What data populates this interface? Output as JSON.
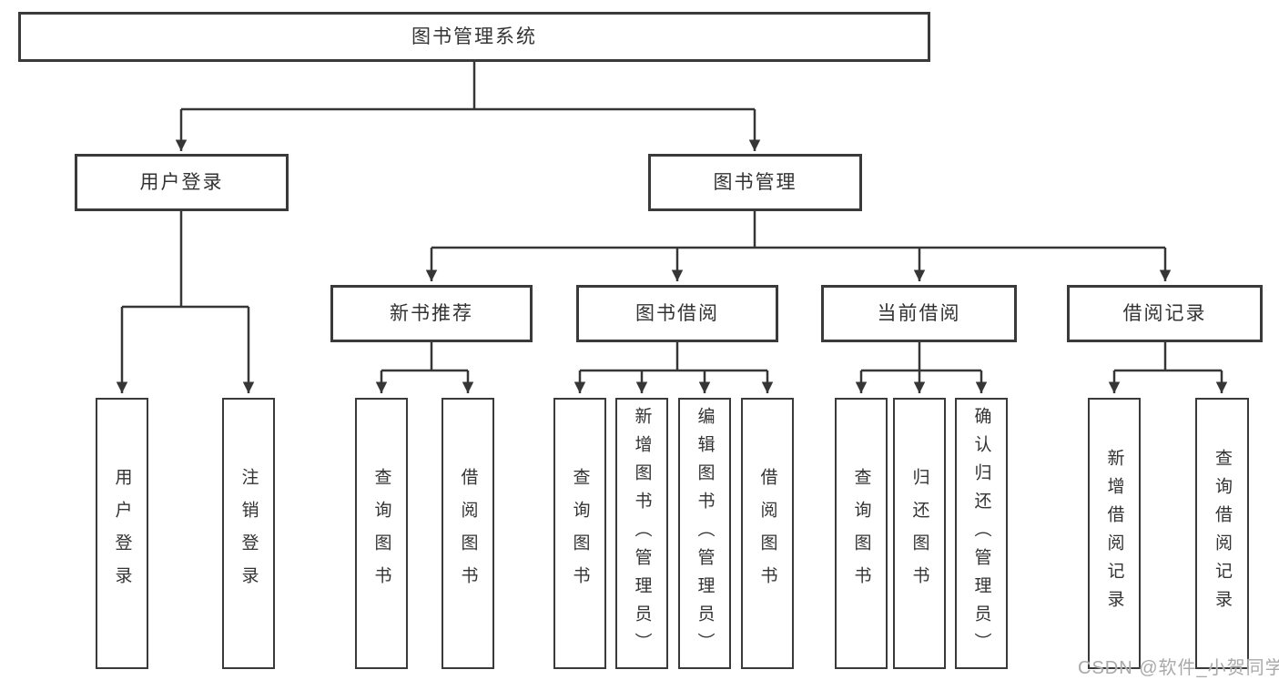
{
  "diagram": {
    "root": {
      "label": "图书管理系统"
    },
    "branches": [
      {
        "label": "用户登录",
        "children": [
          {
            "label": "用户登录"
          },
          {
            "label": "注销登录"
          }
        ]
      },
      {
        "label": "图书管理",
        "children": [
          {
            "label": "新书推荐",
            "children": [
              {
                "label": "查询图书"
              },
              {
                "label": "借阅图书"
              }
            ]
          },
          {
            "label": "图书借阅",
            "children": [
              {
                "label": "查询图书"
              },
              {
                "label": "新增图书（管理员）"
              },
              {
                "label": "编辑图书（管理员）"
              },
              {
                "label": "借阅图书"
              }
            ]
          },
          {
            "label": "当前借阅",
            "children": [
              {
                "label": "查询图书"
              },
              {
                "label": "归还图书"
              },
              {
                "label": "确认归还（管理员）"
              }
            ]
          },
          {
            "label": "借阅记录",
            "children": [
              {
                "label": "新增借阅记录"
              },
              {
                "label": "查询借阅记录"
              }
            ]
          }
        ]
      }
    ]
  },
  "watermark": {
    "text": "CSDN @软件_小贺同学"
  },
  "colors": {
    "line": "#363636",
    "box_border": "#3a3a3a",
    "text": "#333333",
    "watermark": "#a9a9a9",
    "background": "#ffffff"
  }
}
